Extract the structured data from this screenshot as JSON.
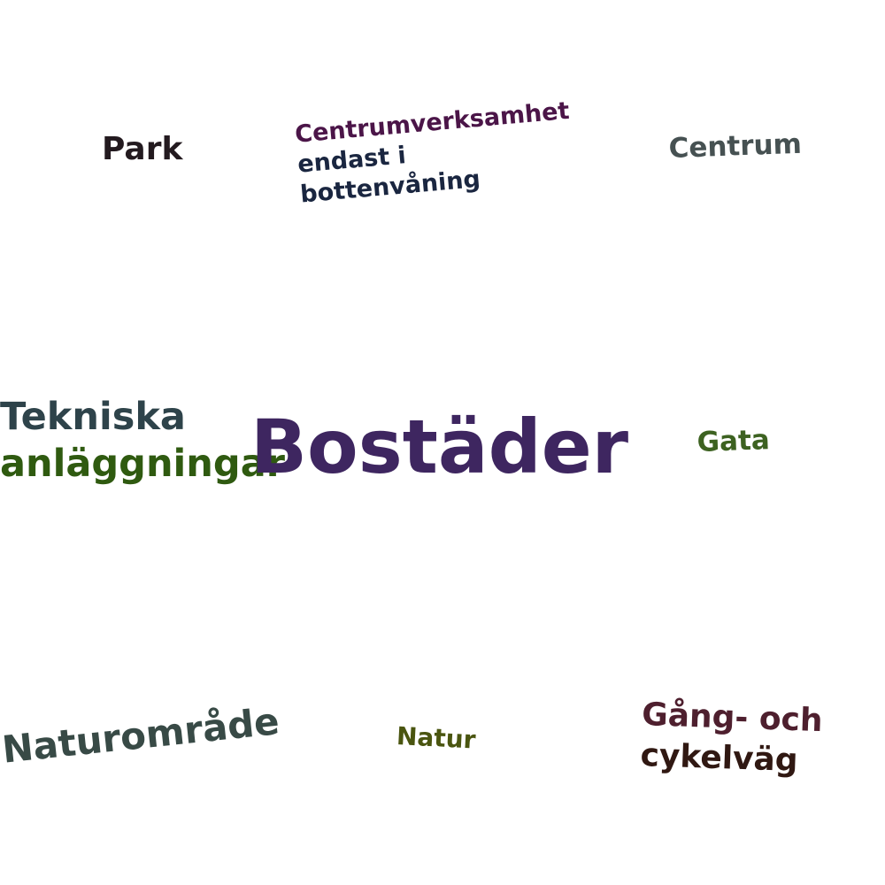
{
  "words": [
    {
      "id": "park",
      "lines": [
        "Park"
      ],
      "colors": [
        "#231a1f"
      ]
    },
    {
      "id": "centrumverksamhet",
      "lines": [
        "Centrumverksamhet",
        "endast i",
        "bottenvåning"
      ],
      "colors": [
        "#4b1548",
        "#1a2640",
        "#1a2640"
      ]
    },
    {
      "id": "centrum",
      "lines": [
        "Centrum"
      ],
      "colors": [
        "#465152"
      ]
    },
    {
      "id": "tekniska",
      "lines": [
        "Tekniska",
        "anläggningar"
      ],
      "colors": [
        "#2e434a",
        "#2f5a10"
      ]
    },
    {
      "id": "bostader",
      "lines": [
        "Bostäder"
      ],
      "colors": [
        "#3e2660"
      ]
    },
    {
      "id": "gata",
      "lines": [
        "Gata"
      ],
      "colors": [
        "#3d6221"
      ]
    },
    {
      "id": "naturomrade",
      "lines": [
        "Naturområde"
      ],
      "colors": [
        "#384a46"
      ]
    },
    {
      "id": "natur",
      "lines": [
        "Natur"
      ],
      "colors": [
        "#4a5510"
      ]
    },
    {
      "id": "gang",
      "lines": [
        "Gång- och",
        "cykelväg"
      ],
      "colors": [
        "#4e1f2e",
        "#301812"
      ]
    }
  ]
}
